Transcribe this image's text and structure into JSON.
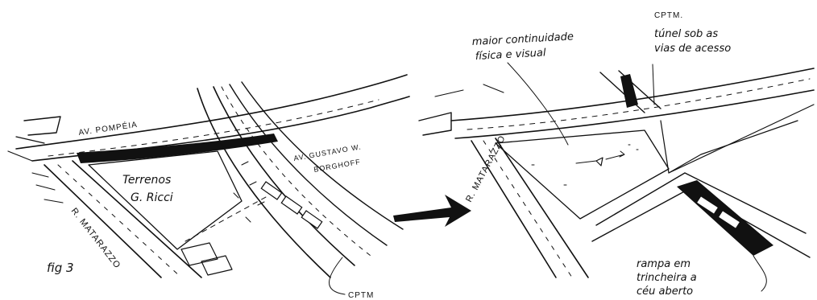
{
  "colors": {
    "ink": "#111111",
    "paper": "#ffffff"
  },
  "left_sketch": {
    "street_av_pompeia": "AV. POMPÉIA",
    "street_gustavo_line1": "AV. GUSTAVO W.",
    "street_gustavo_line2": "BORGHOFF",
    "plot_line1": "Terrenos",
    "plot_line2": "G. Ricci",
    "street_matarazzo": "R. MATARAZZO",
    "figure_label": "fig 3",
    "rail_label": "CPTM"
  },
  "arrow": {
    "icon": "right-arrow-icon"
  },
  "right_sketch": {
    "note_continuity_line1": "maior continuidade",
    "note_continuity_line2": "física e visual",
    "rail_label": "CPTM.",
    "note_tunnel_line1": "túnel sob as",
    "note_tunnel_line2": "vias de acesso",
    "street_matarazzo": "R. MATARAZZO",
    "note_ramp_line1": "rampa em",
    "note_ramp_line2": "trincheira a",
    "note_ramp_line3": "céu aberto"
  }
}
